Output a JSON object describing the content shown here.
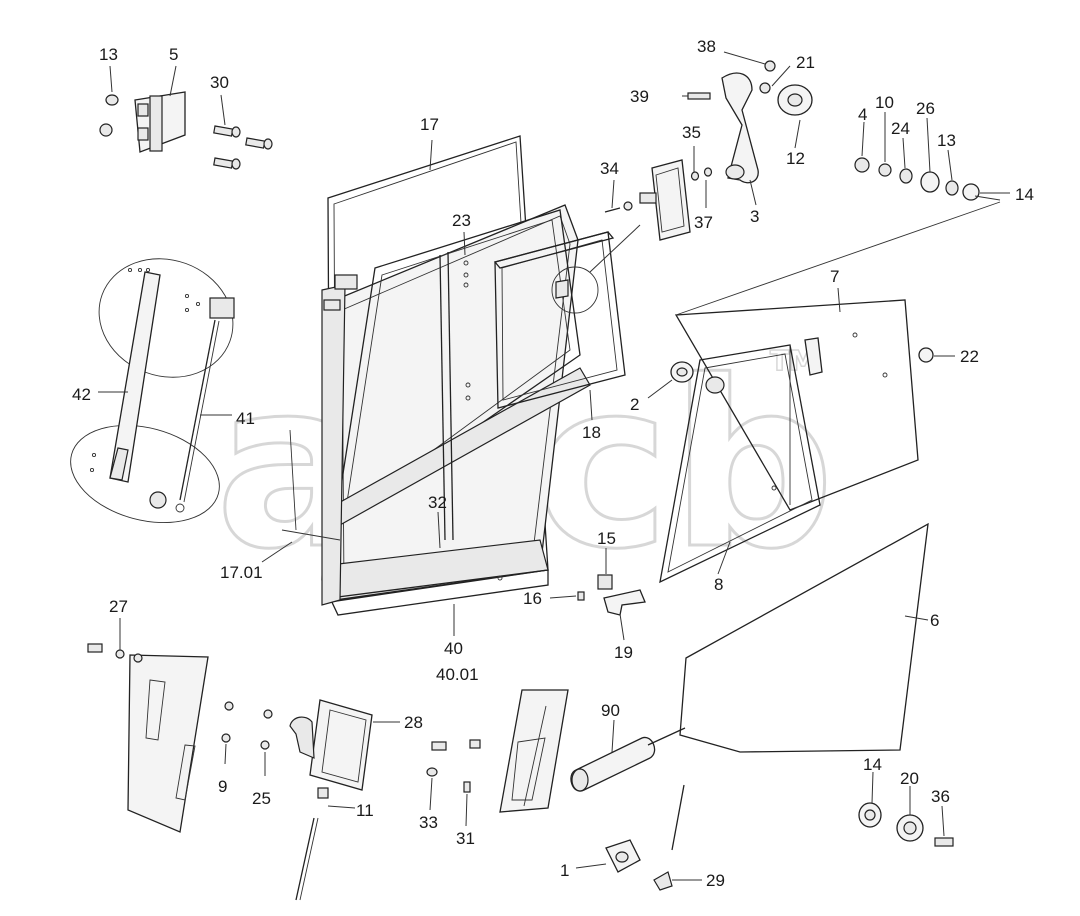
{
  "labels": {
    "l13a": "13",
    "l5": "5",
    "l30": "30",
    "l17": "17",
    "l38": "38",
    "l21": "21",
    "l39": "39",
    "l35": "35",
    "l34": "34",
    "l37": "37",
    "l3": "3",
    "l12": "12",
    "l4": "4",
    "l10": "10",
    "l26": "26",
    "l24": "24",
    "l13b": "13",
    "l14a": "14",
    "l23": "23",
    "l7": "7",
    "l22": "22",
    "l2": "2",
    "l18": "18",
    "l42": "42",
    "l41": "41",
    "l32": "32",
    "l8": "8",
    "l17_01": "17.01",
    "l15": "15",
    "l16": "16",
    "l19": "19",
    "l6": "6",
    "l40": "40",
    "l40_01": "40.01",
    "l27": "27",
    "l28": "28",
    "l90": "90",
    "l9": "9",
    "l25": "25",
    "l11": "11",
    "l33": "33",
    "l31": "31",
    "l14b": "14",
    "l20": "20",
    "l36": "36",
    "l1": "1",
    "l29": "29"
  },
  "watermark": {
    "text": "ancb",
    "tm": "TM"
  },
  "colors": {
    "line": "#222222",
    "watermark": "#b8b8b8",
    "background": "#ffffff"
  }
}
